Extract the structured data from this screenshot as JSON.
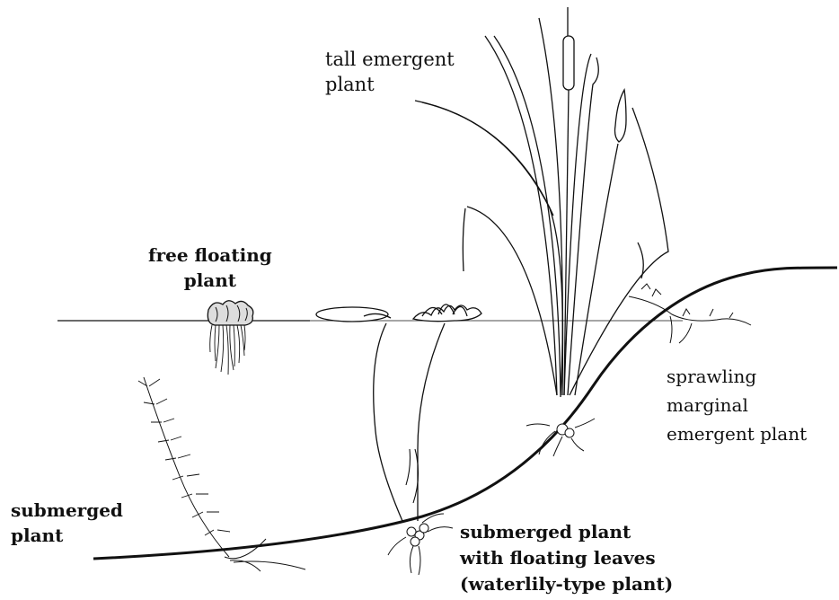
{
  "labels": {
    "tall_emergent": [
      "tall emergent",
      "plant"
    ],
    "free_floating": [
      "free floating",
      "plant"
    ],
    "sprawling_marginal": [
      "sprawling",
      "marginal",
      "emergent plant"
    ],
    "submerged": [
      "submerged",
      "plant"
    ],
    "waterlily_type": [
      "submerged plant",
      "with floating leaves",
      "(waterlily-type plant)"
    ]
  },
  "colors": {
    "ink": "#111111",
    "background": "#ffffff"
  }
}
